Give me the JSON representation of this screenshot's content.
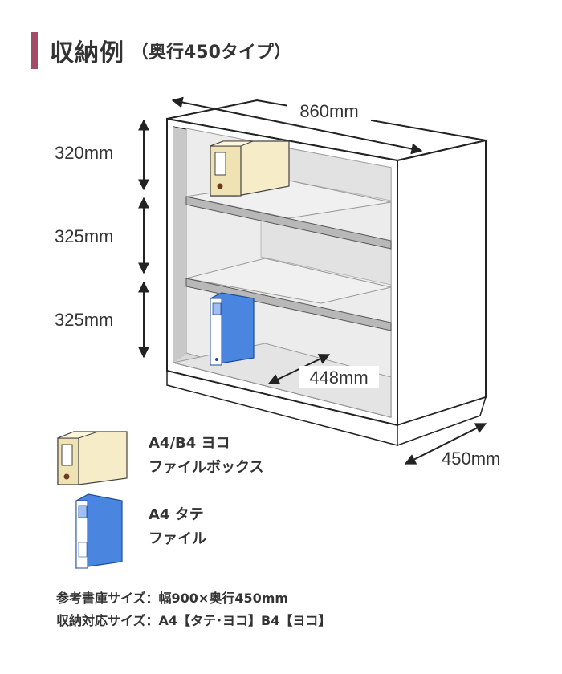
{
  "heading": {
    "title": "収納例",
    "subtitle": "（奥行450タイプ）"
  },
  "dimensions": {
    "width": "860mm",
    "shelf_heights": [
      "320mm",
      "325mm",
      "325mm"
    ],
    "inner_depth": "448mm",
    "outer_depth": "450mm"
  },
  "legend": [
    {
      "icon": "yellow-file-box-icon",
      "line1": "A4/B4 ヨコ",
      "line2": "ファイルボックス"
    },
    {
      "icon": "blue-binder-icon",
      "line1": "A4 タテ",
      "line2": "ファイル"
    }
  ],
  "notes": {
    "reference_size": "参考書庫サイズ：幅900×奥行450mm",
    "compatible_size": "収納対応サイズ：A4【タテ･ヨコ】B4【ヨコ】"
  },
  "colors": {
    "accent": "#a24d68",
    "file_box": "#f6ecc8",
    "binder": "#4a86e0",
    "outline": "#222222"
  }
}
